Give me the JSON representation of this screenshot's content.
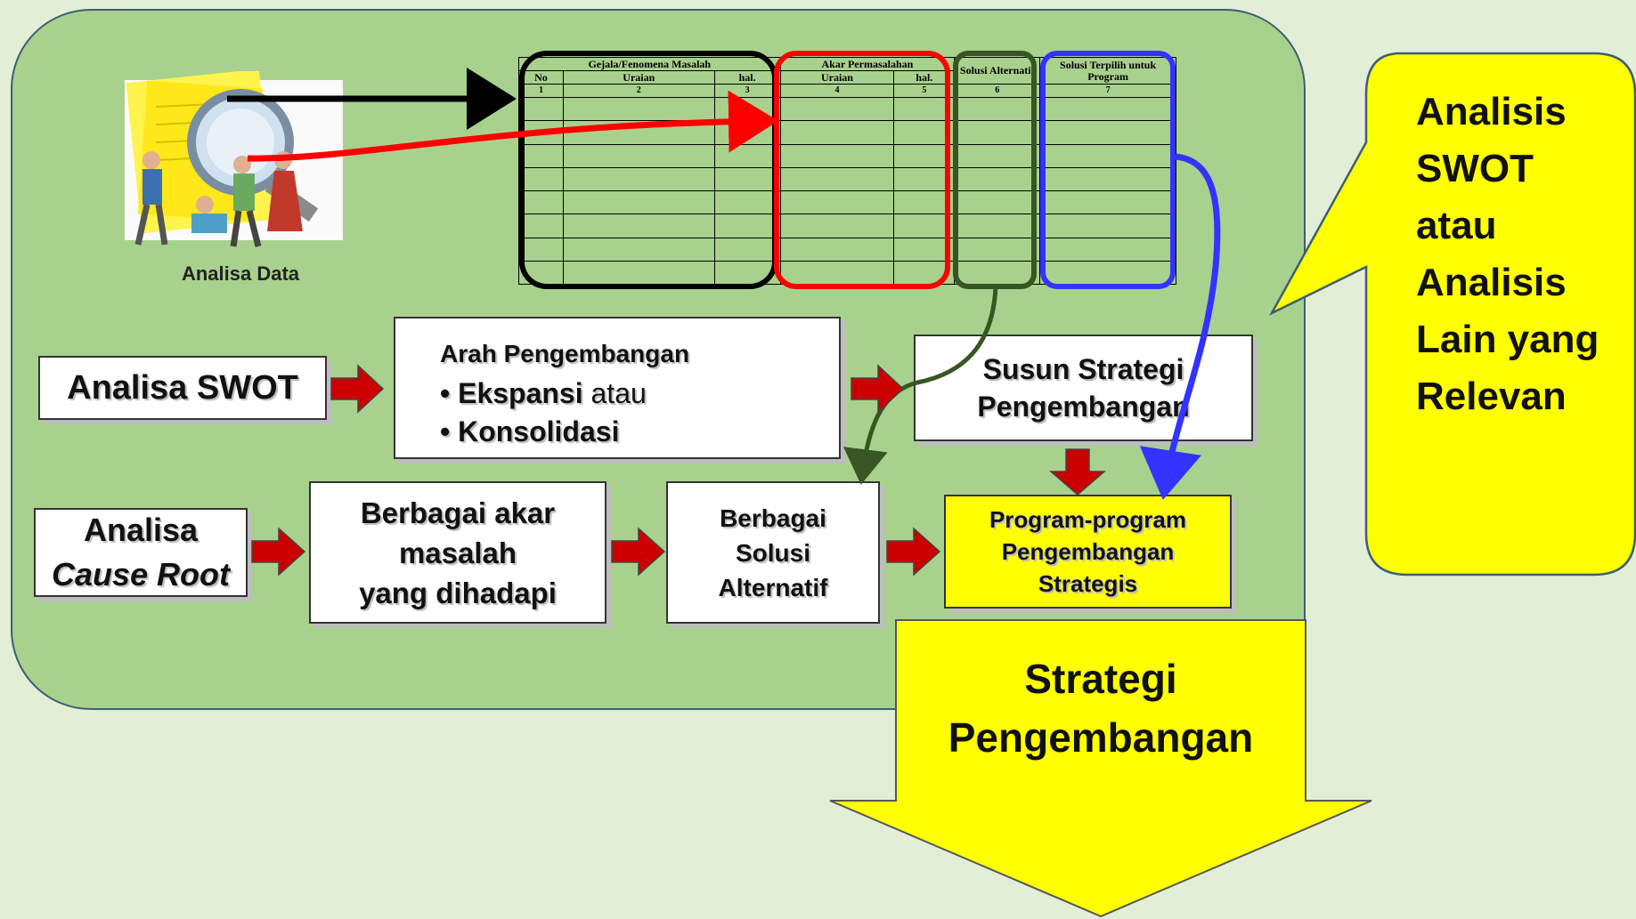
{
  "panel": {
    "caption": "Analisa Data"
  },
  "worksheet": {
    "group_headers": [
      "Gejala/Fenomena Masalah",
      "Akar Permasalahan",
      "Solusi Alternatif",
      "Solusi Terpilih untuk Program"
    ],
    "col_headers": [
      "No",
      "Uraian",
      "hal.",
      "Uraian",
      "hal."
    ],
    "col_numbers": [
      "1",
      "2",
      "3",
      "4",
      "5",
      "6",
      "7"
    ]
  },
  "swot": {
    "label": "Analisa SWOT",
    "arah": {
      "title": "Arah Pengembangan",
      "item1_bold": "Ekspansi",
      "item1_rest": " atau",
      "item2": "Konsolidasi"
    },
    "susun_line1": "Susun Strategi",
    "susun_line2": "Pengembangan"
  },
  "cause": {
    "label_line1": "Analisa",
    "label_line2": "Cause Root",
    "akar_line1": "Berbagai akar",
    "akar_line2": "masalah",
    "akar_line3": "yang dihadapi",
    "solusi_line1": "Berbagai",
    "solusi_line2": "Solusi",
    "solusi_line3": "Alternatif"
  },
  "program": {
    "line1": "Program-program",
    "line2": "Pengembangan",
    "line3": "Strategis"
  },
  "bottom_arrow": {
    "line1": "Strategi",
    "line2": "Pengembangan"
  },
  "callout": {
    "lines": [
      "Analisis",
      "SWOT",
      "atau",
      "Analisis",
      "Lain yang",
      "Relevan"
    ]
  },
  "colors": {
    "panel": "#a9d18e",
    "background": "#e3eed7",
    "yellow": "#ffff00",
    "arrow_red": "#cc0000",
    "black": "#000000",
    "red": "#ff0000",
    "dark_green": "#375623",
    "blue": "#3333ff"
  }
}
